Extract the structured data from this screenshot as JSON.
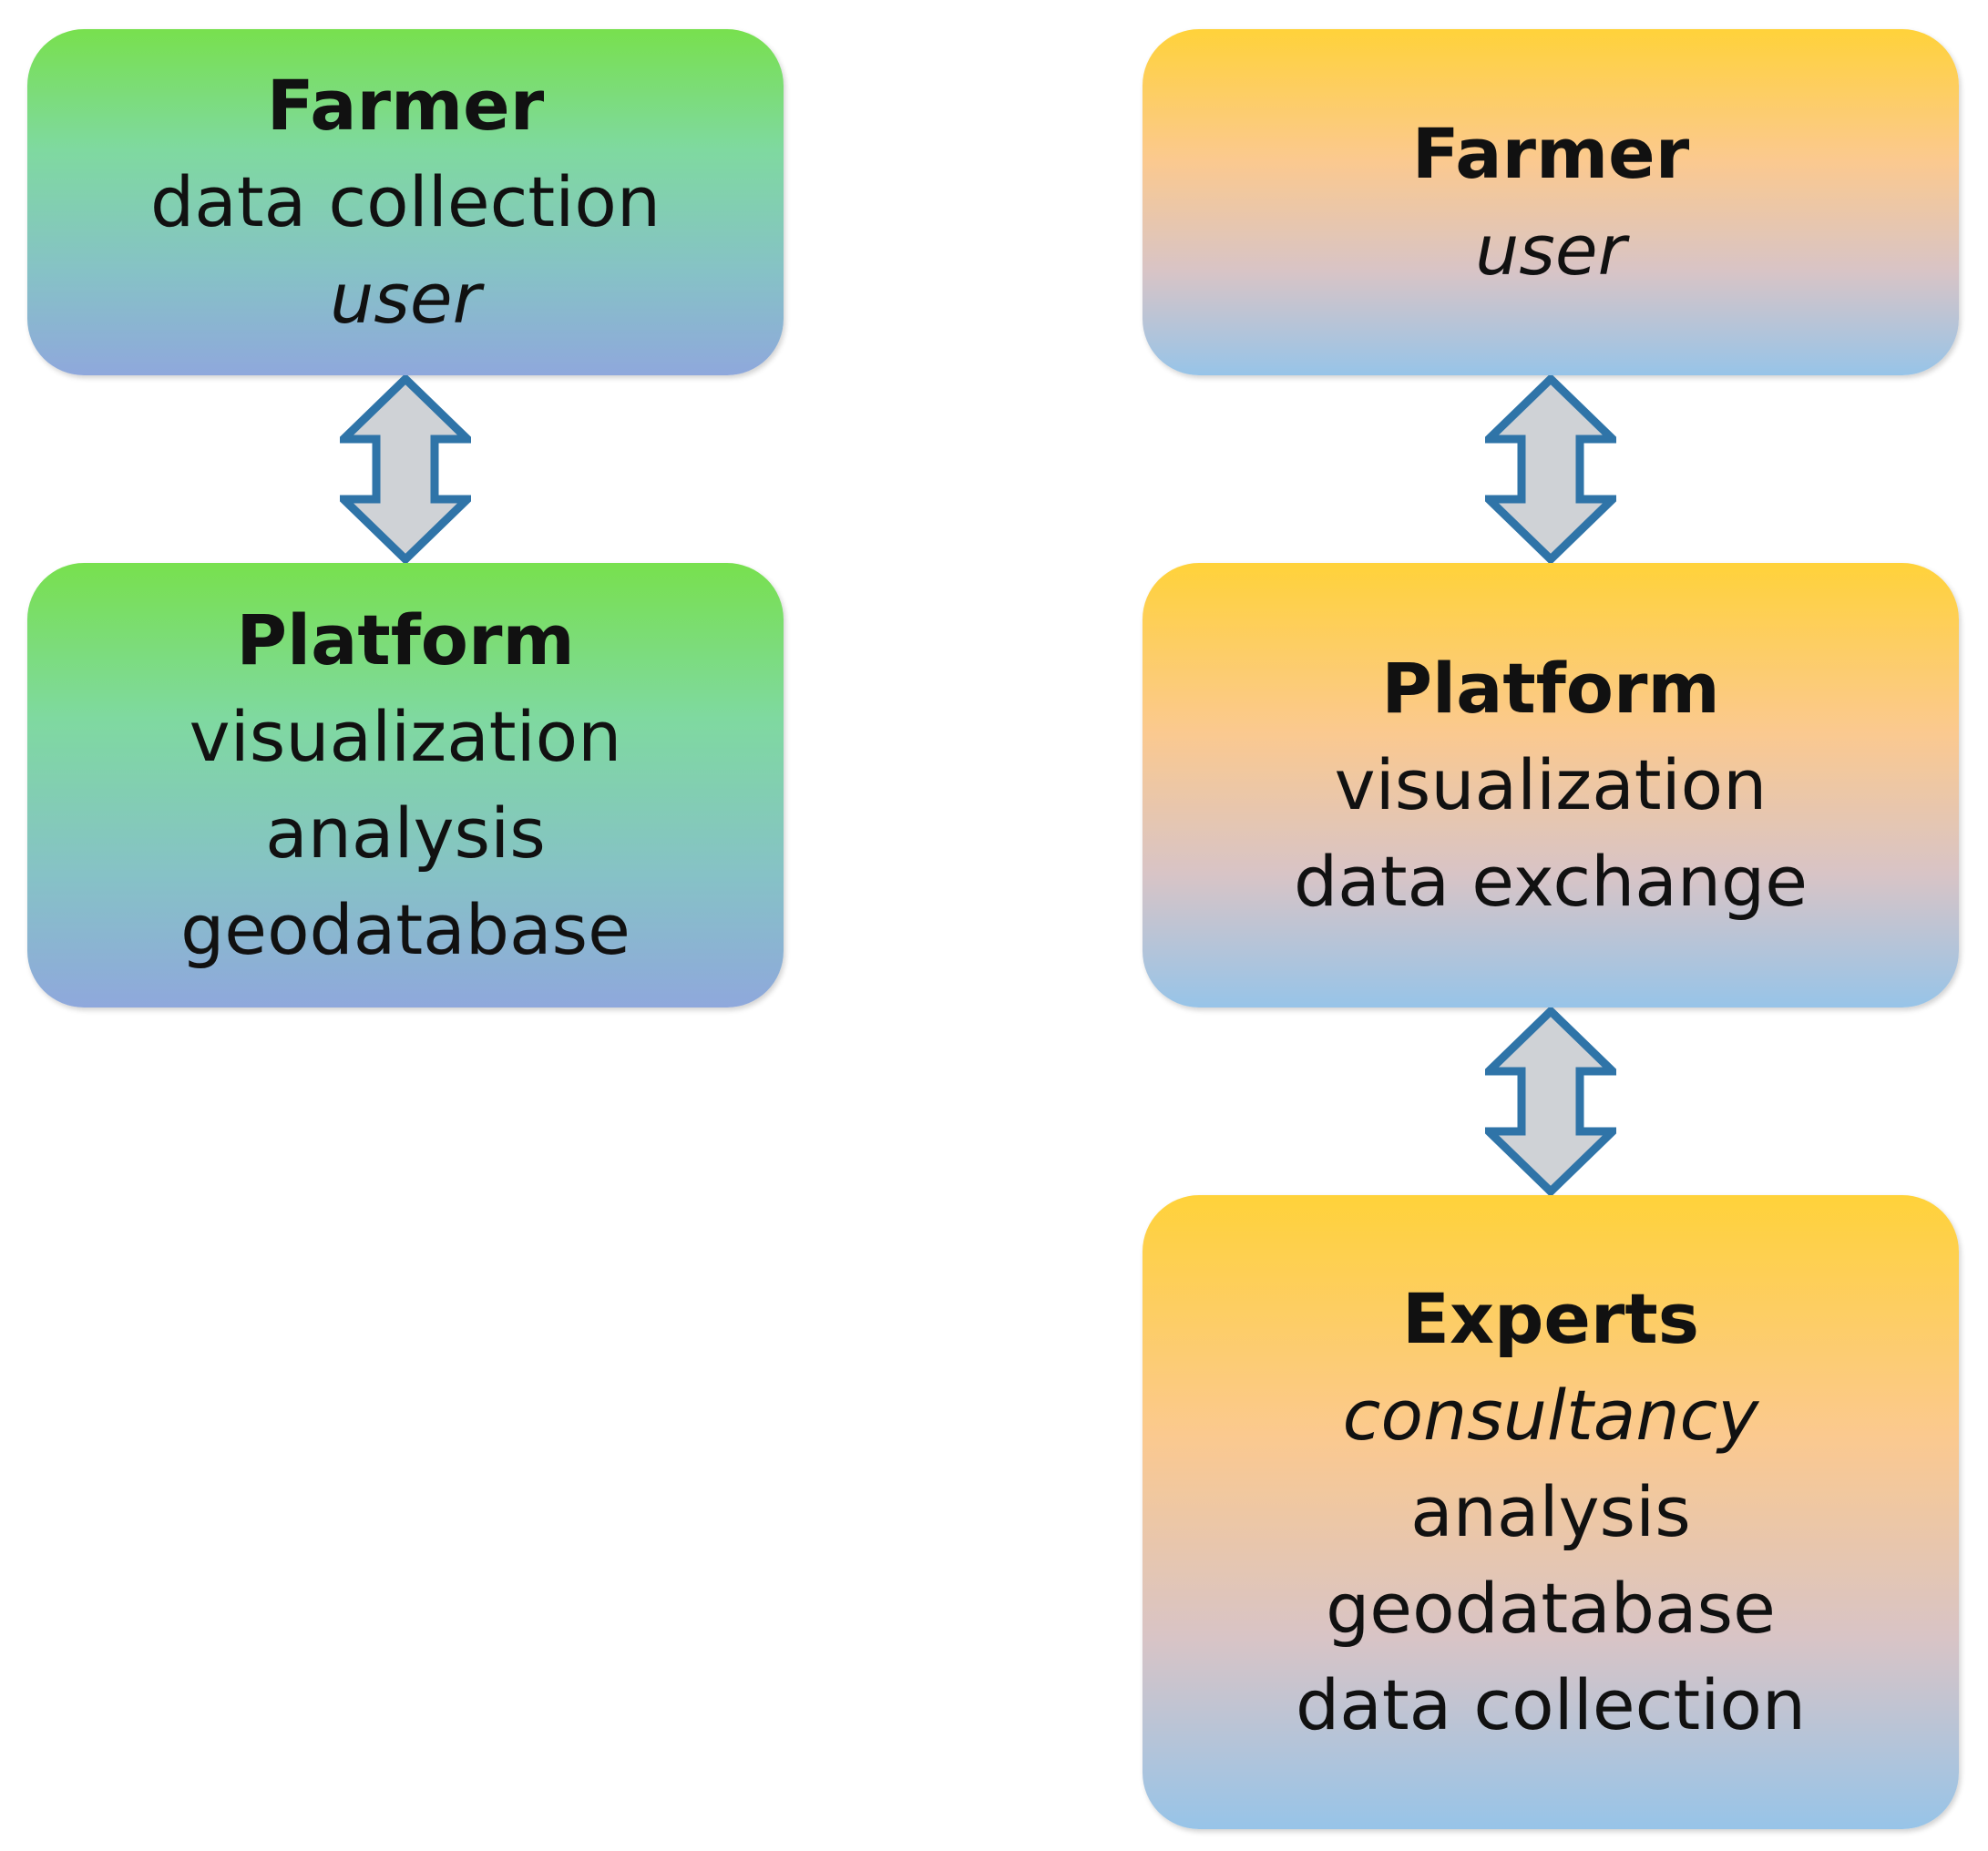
{
  "left": {
    "farmer": {
      "title": "Farmer",
      "lines": [
        "data collection",
        "user"
      ]
    },
    "platform": {
      "title": "Platform",
      "lines": [
        "visualization",
        "analysis",
        "geodatabase"
      ]
    }
  },
  "right": {
    "farmer": {
      "title": "Farmer",
      "lines": [
        "user"
      ]
    },
    "platform": {
      "title": "Platform",
      "lines": [
        "visualization",
        "data exchange"
      ]
    },
    "experts": {
      "title": "Experts",
      "lines": [
        "consultancy",
        "analysis",
        "geodatabase",
        "data collection"
      ]
    }
  },
  "colors": {
    "arrow_fill": "#cfd2d6",
    "arrow_stroke": "#2f74a8",
    "green_top": "#78e04e",
    "orange_top": "#ffd23a",
    "blue_bottom": "#8fb8e4"
  },
  "icons": {
    "connector": "double-headed-vertical-arrow-icon"
  }
}
